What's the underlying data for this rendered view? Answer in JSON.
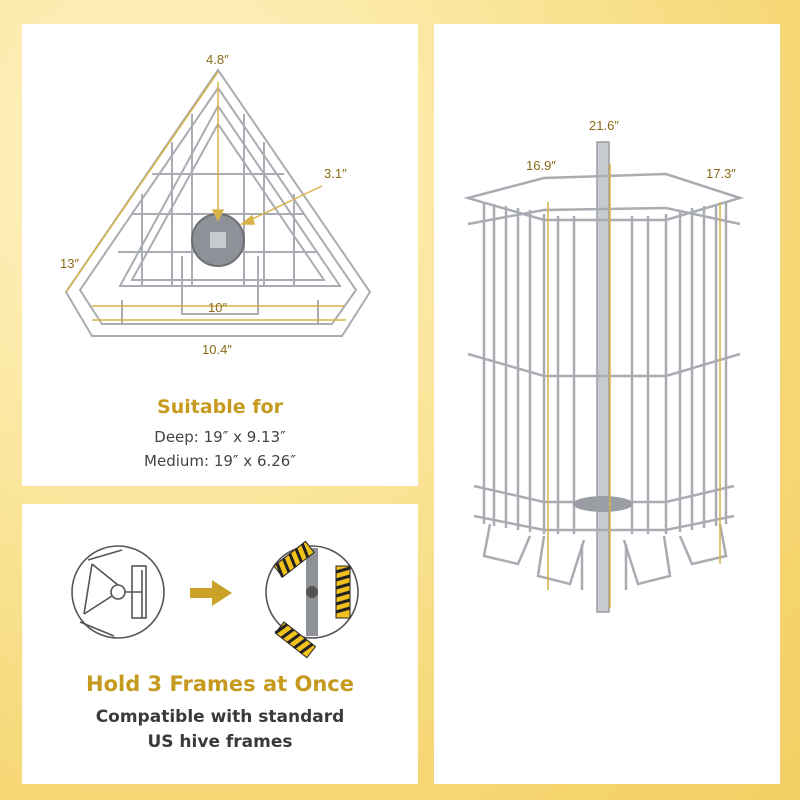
{
  "top_left": {
    "dimensions": {
      "top_width": "4.8″",
      "hub_offset": "3.1″",
      "side_length": "13″",
      "inner_width": "10″",
      "outer_width": "10.4″"
    },
    "suitable_title": "Suitable for",
    "suitable_lines": [
      "Deep: 19″ x 9.13″",
      "Medium: 19″ x 6.26″"
    ]
  },
  "bottom_left": {
    "title": "Hold 3 Frames at Once",
    "lines": [
      "Compatible with standard",
      "US hive frames"
    ]
  },
  "right": {
    "dimensions": {
      "shaft_height": "21.6″",
      "body_height": "16.9″",
      "overall_height": "17.3″"
    }
  },
  "colors": {
    "accent": "#c59a1e",
    "dimension_line": "#d9b44a",
    "wire": "#a9adb3",
    "arrow": "#c9a227"
  },
  "icons": [
    "basket-top-view-icon",
    "right-arrow-icon",
    "frames-loaded-icon"
  ]
}
